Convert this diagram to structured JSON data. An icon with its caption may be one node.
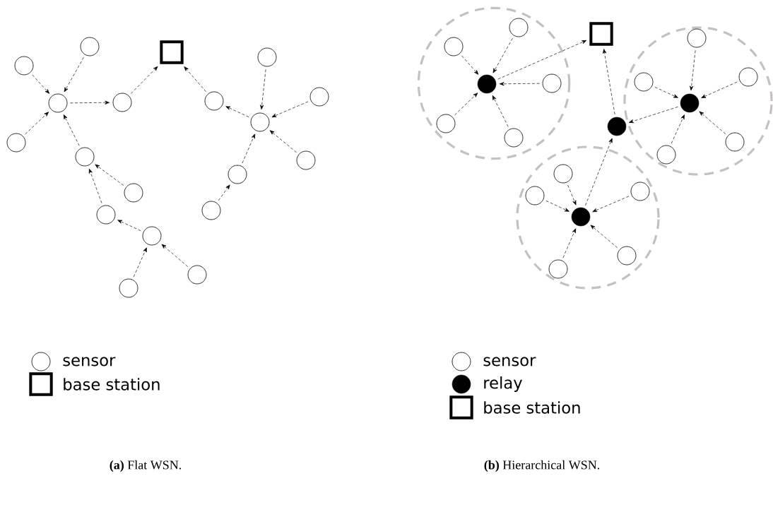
{
  "diagram": {
    "nodes": [
      {
        "text": [],
        "shape": "circle"
      },
      {
        "text": [],
        "shape": "circle"
      },
      {
        "text": [],
        "shape": "box"
      },
      {
        "text": [],
        "shape": "circle"
      },
      {
        "text": [],
        "shape": "circle"
      },
      {
        "text": [],
        "shape": "circle"
      },
      {
        "text": [],
        "shape": "circle"
      },
      {
        "text": [],
        "shape": "circle"
      },
      {
        "text": [],
        "shape": "circle"
      },
      {
        "text": [],
        "shape": "circle"
      },
      {
        "text": [],
        "shape": "circle"
      },
      {
        "text": [],
        "shape": "circle"
      },
      {
        "text": [],
        "shape": "circle"
      },
      {
        "text": [],
        "shape": "circle"
      },
      {
        "text": [],
        "shape": "circle"
      },
      {
        "text": [],
        "shape": "circle"
      },
      {
        "text": [],
        "shape": "circle"
      },
      {
        "text": [],
        "shape": "circle"
      },
      {
        "text": [],
        "shape": "circle"
      },
      {
        "text": [],
        "shape": "circle"
      },
      {
        "text": [],
        "shape": "box"
      },
      {
        "text": [],
        "shape": "circle"
      },
      {
        "text": [],
        "shape": "circle"
      },
      {
        "text": [],
        "shape": "circle"
      },
      {
        "text": [],
        "shape": "circle"
      },
      {
        "text": [],
        "shape": "circle"
      },
      {
        "text": [],
        "shape": "dot"
      },
      {
        "text": [],
        "shape": "dot"
      },
      {
        "text": [],
        "shape": "circle"
      },
      {
        "text": [],
        "shape": "dot"
      },
      {
        "text": [],
        "shape": "circle"
      },
      {
        "text": [],
        "shape": "circle"
      },
      {
        "text": [],
        "shape": "circle"
      },
      {
        "text": [],
        "shape": "circle"
      },
      {
        "text": [],
        "shape": "circle"
      },
      {
        "text": [],
        "shape": "circle"
      },
      {
        "text": [],
        "shape": "dot"
      },
      {
        "text": [],
        "shape": "circle"
      },
      {
        "text": [],
        "shape": "circle"
      }
    ],
    "edges": [
      {
        "from": 1,
        "to": 3,
        "arrow": "to"
      },
      {
        "from": 0,
        "to": 3,
        "arrow": "to"
      },
      {
        "from": 9,
        "to": 3,
        "arrow": "to"
      },
      {
        "from": 3,
        "to": 4,
        "arrow": "to"
      },
      {
        "from": 4,
        "to": 2,
        "arrow": "to"
      },
      {
        "from": 5,
        "to": 2,
        "arrow": "to"
      },
      {
        "from": 8,
        "to": 5,
        "arrow": "to"
      },
      {
        "from": 6,
        "to": 8,
        "arrow": "to"
      },
      {
        "from": 7,
        "to": 8,
        "arrow": "to"
      },
      {
        "from": 11,
        "to": 8,
        "arrow": "to"
      },
      {
        "from": 12,
        "to": 8,
        "arrow": "to"
      },
      {
        "from": 14,
        "to": 12,
        "arrow": "to"
      },
      {
        "from": 10,
        "to": 3,
        "arrow": "to"
      },
      {
        "from": 13,
        "to": 10,
        "arrow": "to"
      },
      {
        "from": 15,
        "to": 10,
        "arrow": "to"
      },
      {
        "from": 16,
        "to": 15,
        "arrow": "to"
      },
      {
        "from": 18,
        "to": 16,
        "arrow": "to"
      },
      {
        "from": 17,
        "to": 16,
        "arrow": "to"
      },
      {
        "from": 22,
        "to": 26,
        "arrow": "to"
      },
      {
        "from": 19,
        "to": 26,
        "arrow": "to"
      },
      {
        "from": 25,
        "to": 26,
        "arrow": "to"
      },
      {
        "from": 28,
        "to": 26,
        "arrow": "to"
      },
      {
        "from": 30,
        "to": 26,
        "arrow": "to"
      },
      {
        "from": 26,
        "to": 20,
        "arrow": "to"
      },
      {
        "from": 21,
        "to": 27,
        "arrow": "to"
      },
      {
        "from": 24,
        "to": 27,
        "arrow": "to"
      },
      {
        "from": 23,
        "to": 27,
        "arrow": "to"
      },
      {
        "from": 31,
        "to": 27,
        "arrow": "to"
      },
      {
        "from": 32,
        "to": 27,
        "arrow": "to"
      },
      {
        "from": 27,
        "to": 29,
        "arrow": "to"
      },
      {
        "from": 29,
        "to": 20,
        "arrow": "to"
      },
      {
        "from": 33,
        "to": 36,
        "arrow": "to"
      },
      {
        "from": 35,
        "to": 36,
        "arrow": "to"
      },
      {
        "from": 34,
        "to": 36,
        "arrow": "to"
      },
      {
        "from": 37,
        "to": 36,
        "arrow": "to"
      },
      {
        "from": 38,
        "to": 36,
        "arrow": "to"
      },
      {
        "from": 36,
        "to": 29,
        "arrow": "to"
      }
    ],
    "labels": [
      "**(a)** Flat WSN.",
      "**(b)** Hierarchical WSN."
    ],
    "legend": [
      {
        "text": "sensor"
      },
      {
        "text": "base station"
      },
      {
        "text": "sensor"
      },
      {
        "text": "relay"
      },
      {
        "text": "base station"
      }
    ]
  }
}
